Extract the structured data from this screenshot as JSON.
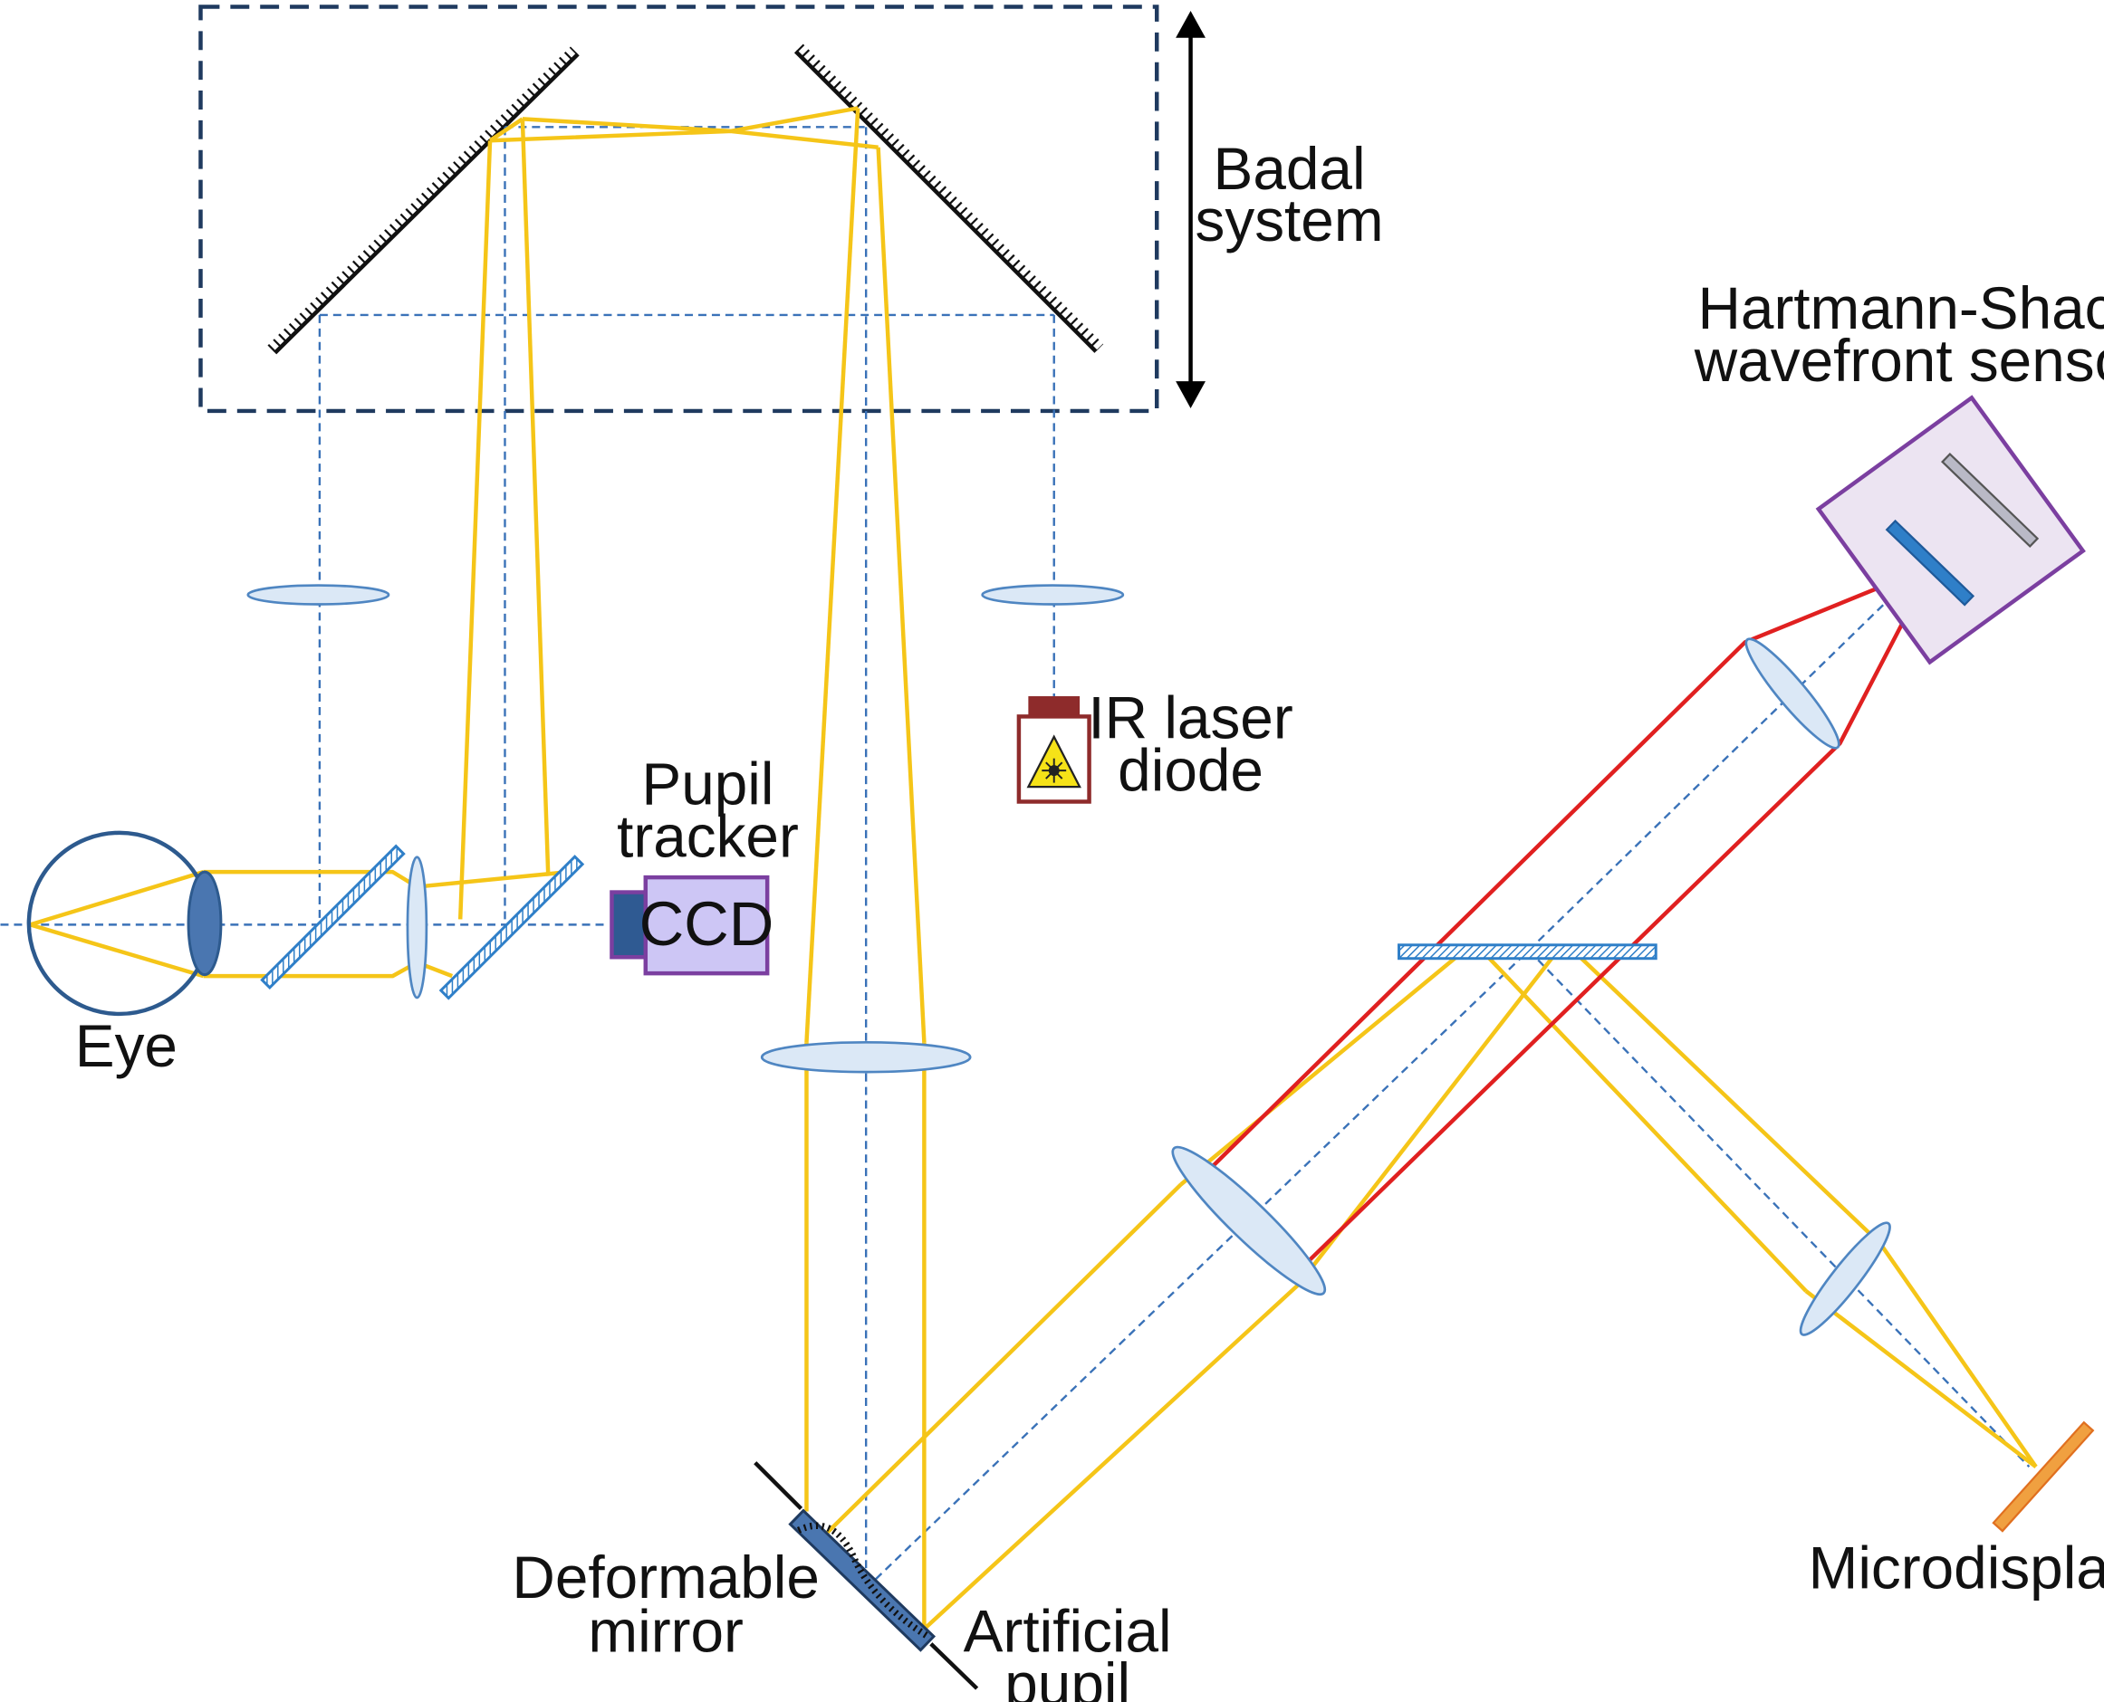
{
  "labels": {
    "badal_line1": "Badal",
    "badal_line2": "system",
    "hs_line1": "Hartmann-Shack",
    "hs_line2": "wavefront sensor",
    "ir_line1": "IR laser",
    "ir_line2": "diode",
    "pupil_line1": "Pupil",
    "pupil_line2": "tracker",
    "ccd": "CCD",
    "eye": "Eye",
    "dm_line1": "Deformable",
    "dm_line2": "mirror",
    "ap_line1": "Artificial",
    "ap_line2": "pupil",
    "microdisplay": "Microdisplay"
  },
  "colors": {
    "visible_beam": "#f5c518",
    "wavefront_beam": "#e02020",
    "axis": "#3a72b8",
    "box": "#1f3a5f",
    "lens_fill": "#dbe8f6",
    "lens_stroke": "#4f86c2",
    "beam_splitter": "#2f7fc8",
    "sensor_box": "#7b3fa0",
    "sensor_fill": "#ece4f2",
    "ccd_fill": "#cdc6f5",
    "laser": "#8e2b2b",
    "microdisplay": "#f0a040"
  }
}
